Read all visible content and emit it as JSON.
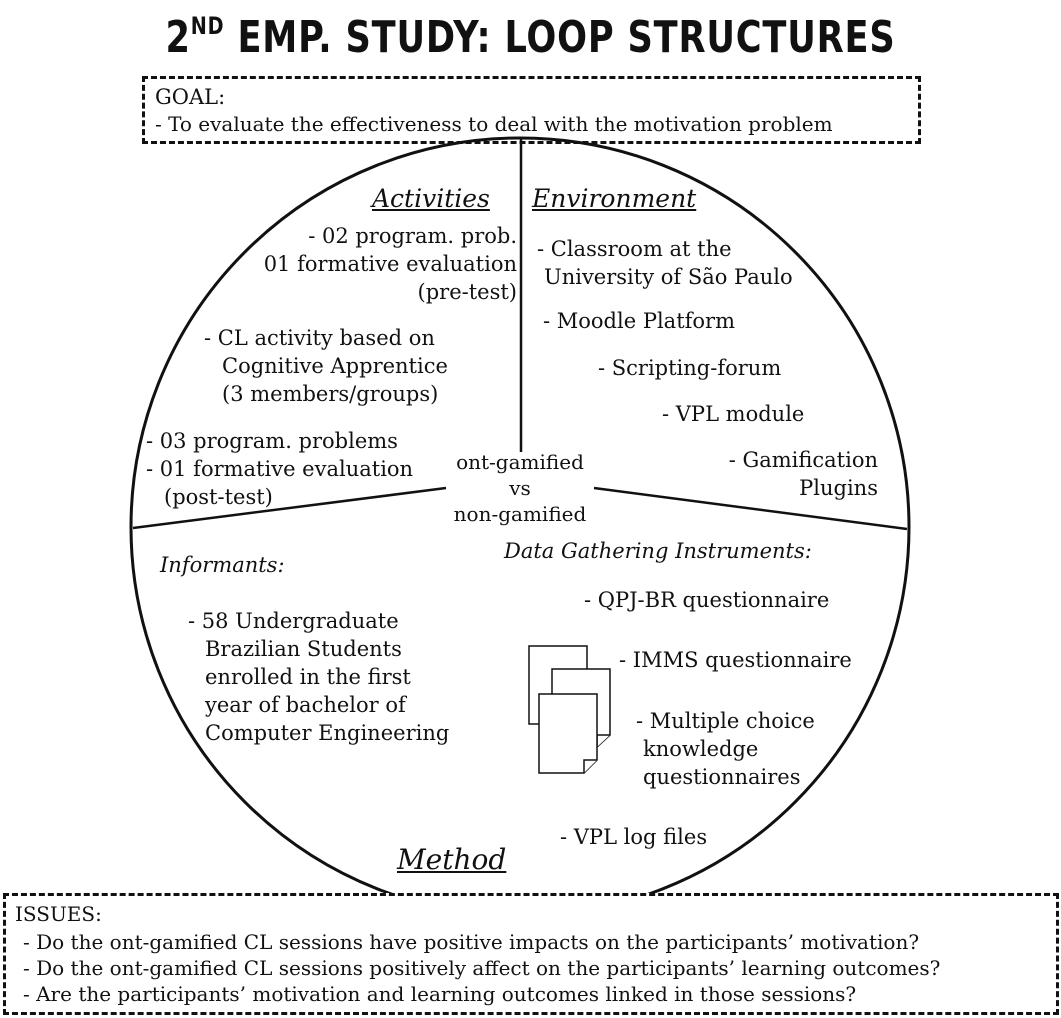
{
  "title": {
    "ord_num": "2",
    "ord_suffix": "ND",
    "rest": " EMP. STUDY: LOOP STRUCTURES"
  },
  "goal": {
    "label": "GOAL:",
    "items": [
      "- To evaluate the effectiveness to deal with the motivation problem"
    ]
  },
  "center": {
    "lines": [
      "ont-gamified",
      "vs",
      "non-gamified"
    ]
  },
  "activities": {
    "heading": "Activities",
    "items": [
      [
        "- 02 program. prob.",
        "01 formative evaluation",
        "(pre-test)"
      ],
      [
        "- CL activity based on",
        "Cognitive Apprentice",
        "(3 members/groups)"
      ],
      [
        "- 03 program. problems",
        "- 01 formative evaluation",
        "(post-test)"
      ]
    ]
  },
  "environment": {
    "heading": "Environment",
    "items": [
      [
        "- Classroom at the",
        "University of São Paulo"
      ],
      [
        "- Moodle Platform"
      ],
      [
        "- Scripting-forum"
      ],
      [
        "- VPL module"
      ],
      [
        "- Gamification",
        "Plugins"
      ]
    ]
  },
  "informants": {
    "heading": "Informants:",
    "items": [
      [
        "- 58 Undergraduate",
        "Brazilian Students",
        "enrolled in the first",
        "year of bachelor of",
        "Computer Engineering"
      ]
    ]
  },
  "instruments": {
    "heading": "Data Gathering Instruments:",
    "items": [
      [
        "- QPJ-BR questionnaire"
      ],
      [
        "- IMMS questionnaire"
      ],
      [
        "- Multiple choice",
        "knowledge",
        "questionnaires"
      ],
      [
        "- VPL log files"
      ]
    ]
  },
  "method_label": "Method",
  "issues": {
    "label": "ISSUES:",
    "items": [
      "- Do the ont-gamified CL sessions have positive impacts on the participants’ motivation?",
      "- Do the ont-gamified CL sessions positively affect on the participants’ learning outcomes?",
      "- Are the participants’ motivation and learning outcomes linked in those sessions?"
    ]
  },
  "icons": {
    "documents": "documents-icon"
  }
}
